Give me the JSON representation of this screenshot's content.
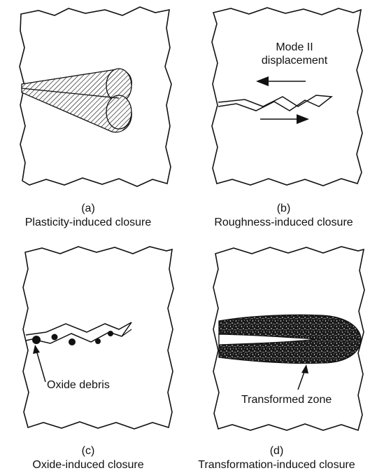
{
  "panels": {
    "a": {
      "letter": "(a)",
      "caption": "Plasticity-induced closure"
    },
    "b": {
      "letter": "(b)",
      "caption": "Roughness-induced closure",
      "label_line1": "Mode II",
      "label_line2": "displacement"
    },
    "c": {
      "letter": "(c)",
      "caption": "Oxide-induced closure",
      "label": "Oxide debris"
    },
    "d": {
      "letter": "(d)",
      "caption": "Transformation-induced closure",
      "label": "Transformed zone"
    }
  }
}
